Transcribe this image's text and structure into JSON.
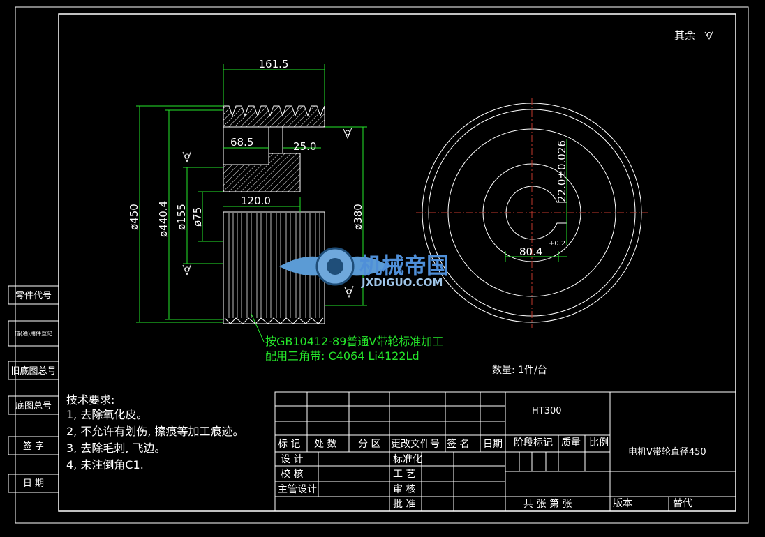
{
  "drawing": {
    "roughness_note": "其余",
    "dimensions": {
      "width_total": "161.5",
      "bore_depth": "68.5",
      "keyway_width": "25.0",
      "hub_length": "120.0",
      "outer_dia": "ø450",
      "pitch_dia": "ø440.4",
      "hub_dia": "ø155",
      "bore_dia": "ø75",
      "groove_root_dia": "ø380",
      "keyway_tolerance": "22.0±0.026",
      "keyway_depth": "80.4",
      "keyway_depth_tol": "+0.2"
    },
    "notes_green": [
      "按GB10412-89普通V带轮标准加工",
      "配用三角带: C4064 Li4122Ld"
    ],
    "quantity": "数量: 1件/台",
    "watermark": {
      "cn": "机械帝国",
      "en": "JXDIGUO.COM"
    }
  },
  "left_column": [
    "零件代号",
    "借(通)用件登记",
    "旧底图总号",
    "底图总号",
    "签 字",
    "日 期"
  ],
  "tech_requirements": {
    "title": "技术要求:",
    "items": [
      "1, 去除氧化皮。",
      "2, 不允许有划伤, 擦痕等加工痕迹。",
      "3, 去除毛刺, 飞边。",
      "4, 未注倒角C1."
    ]
  },
  "title_block": {
    "material": "HT300",
    "part_name": "电机V带轮直径450",
    "row_headers": [
      "标 记",
      "处 数",
      "分 区",
      "更改文件号",
      "签 名",
      "日期"
    ],
    "stage_labels": [
      "阶段标记",
      "质量",
      "比例"
    ],
    "design": "设 计",
    "standardize": "标准化",
    "check": "校 核",
    "process": "工 艺",
    "chief_design": "主管设计",
    "review": "审 核",
    "approve": "批 准",
    "sheets": "共 张 第 张",
    "version": "版本",
    "replace": "替代"
  }
}
